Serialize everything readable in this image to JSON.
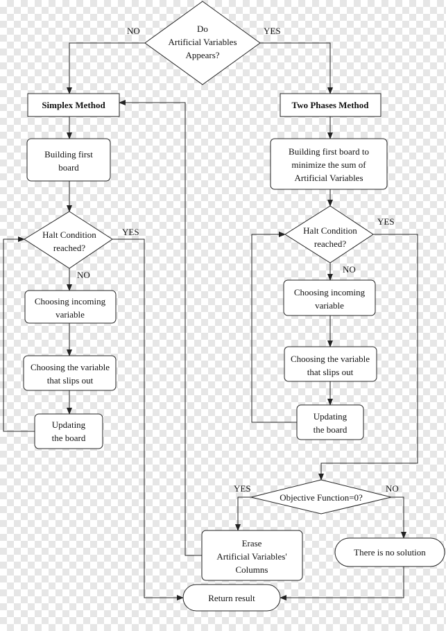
{
  "diagram": {
    "decision_artificial": {
      "line1": "Do",
      "line2": "Artificial Variables",
      "line3": "Appears?",
      "no_label": "NO",
      "yes_label": "YES"
    },
    "simplex_method": "Simplex Method",
    "two_phases_method": "Two Phases Method",
    "left_branch": {
      "building_board": {
        "line1": "Building first",
        "line2": "board"
      },
      "halt_condition": {
        "line1": "Halt Condition",
        "line2": "reached?",
        "yes_label": "YES",
        "no_label": "NO"
      },
      "choosing_incoming": {
        "line1": "Choosing incoming",
        "line2": "variable"
      },
      "choosing_out": {
        "line1": "Choosing the variable",
        "line2": "that slips out"
      },
      "updating": {
        "line1": "Updating",
        "line2": "the board"
      }
    },
    "right_branch": {
      "building_board": {
        "line1": "Building first board to",
        "line2": "minimize the sum of",
        "line3": "Artificial Variables"
      },
      "halt_condition": {
        "line1": "Halt Condition",
        "line2": "reached?",
        "yes_label": "YES",
        "no_label": "NO"
      },
      "choosing_incoming": {
        "line1": "Choosing incoming",
        "line2": "variable"
      },
      "choosing_out": {
        "line1": "Choosing the variable",
        "line2": "that slips out"
      },
      "updating": {
        "line1": "Updating",
        "line2": "the board"
      }
    },
    "objective_decision": {
      "text": "Objective Function=0?",
      "yes_label": "YES",
      "no_label": "NO"
    },
    "erase": {
      "line1": "Erase",
      "line2": "Artificial Variables'",
      "line3": "Columns"
    },
    "no_solution": "There is no solution",
    "return_result": "Return result"
  }
}
